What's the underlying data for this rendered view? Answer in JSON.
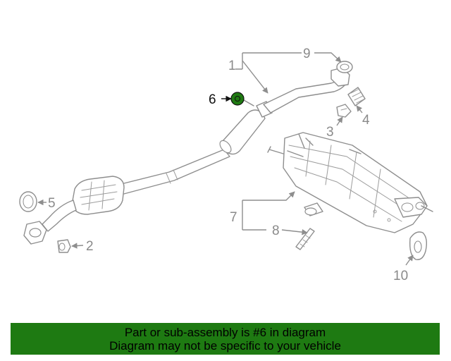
{
  "callouts": [
    "1",
    "2",
    "3",
    "4",
    "5",
    "6",
    "7",
    "8",
    "9",
    "10"
  ],
  "highlight_part": "6",
  "colors": {
    "banner_bg": "#1e7a12",
    "highlight": "#1f7a12",
    "line": "#8e8e8e"
  },
  "banner": {
    "line1": "Part or sub-assembly is #6 in diagram",
    "line2": "Diagram may not be specific to your vehicle"
  }
}
